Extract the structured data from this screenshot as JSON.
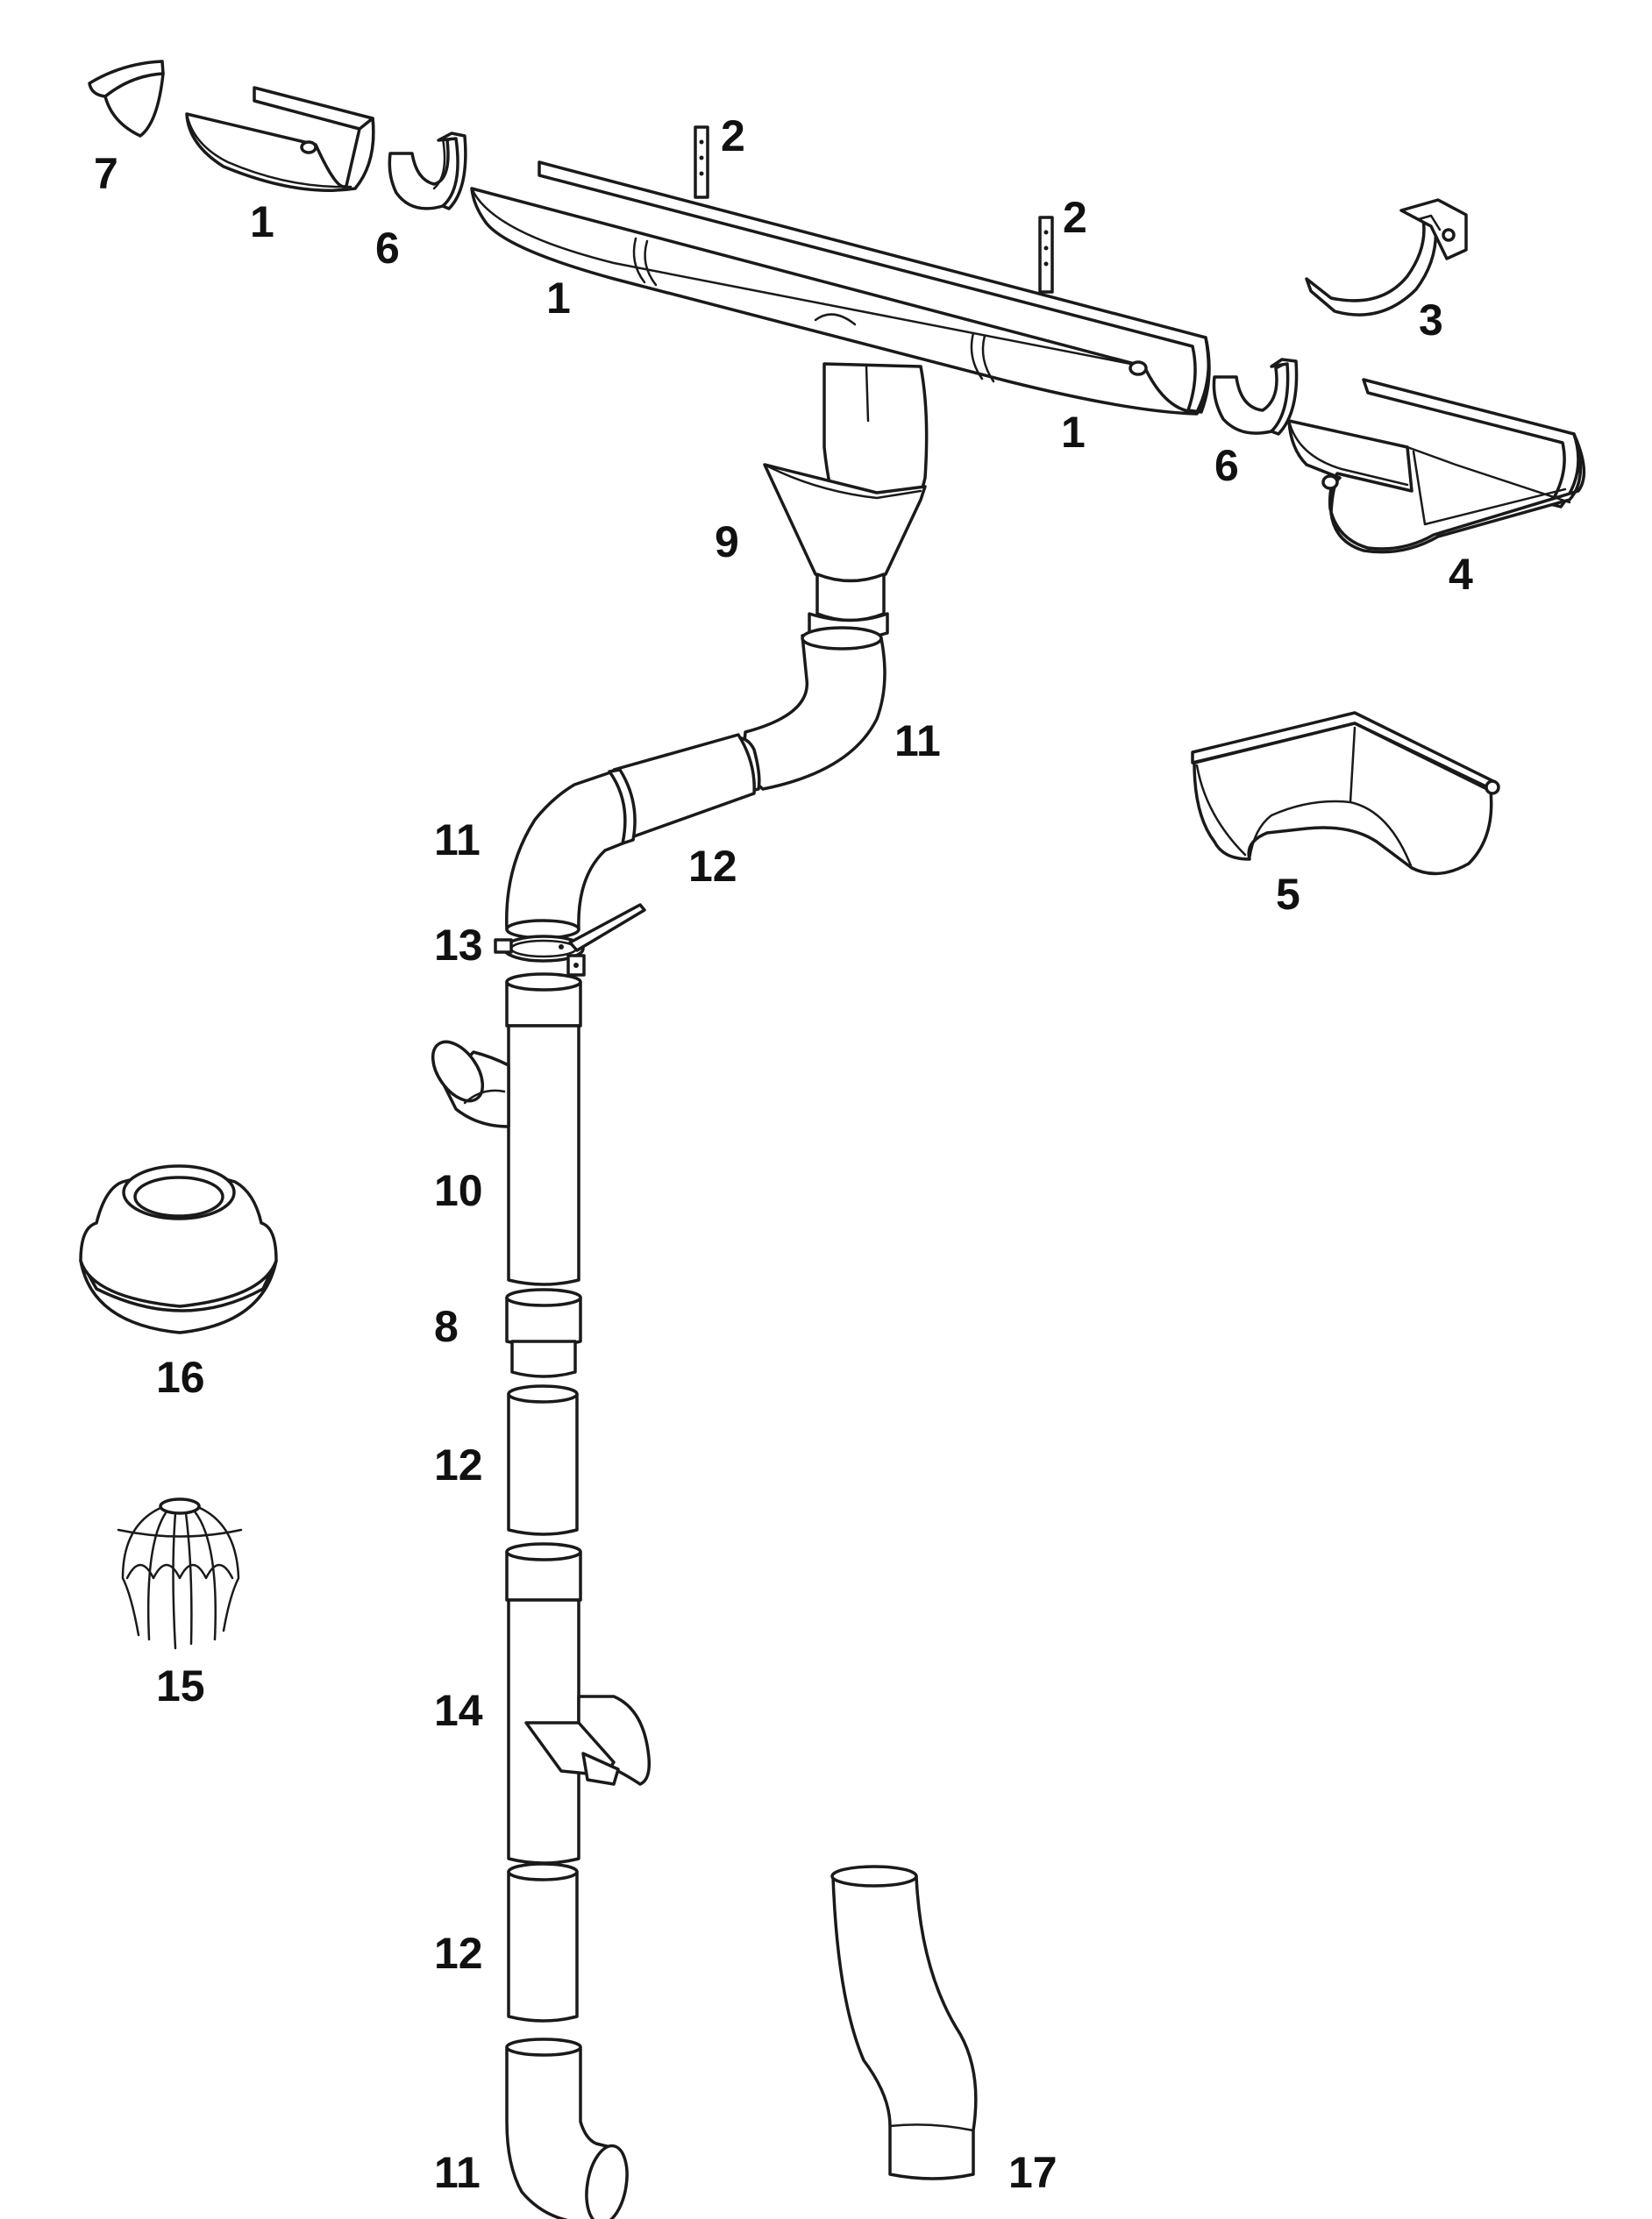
{
  "labels": {
    "l1a": "1",
    "l1b": "1",
    "l1c": "1",
    "l2a": "2",
    "l2b": "2",
    "l3": "3",
    "l4": "4",
    "l5": "5",
    "l6a": "6",
    "l6b": "6",
    "l7": "7",
    "l8": "8",
    "l9": "9",
    "l10": "10",
    "l11a": "11",
    "l11b": "11",
    "l11c": "11",
    "l12a": "12",
    "l12b": "12",
    "l12c": "12",
    "l13": "13",
    "l14": "14",
    "l15": "15",
    "l16": "16",
    "l17": "17"
  },
  "colors": {
    "line": "#1a1a1a",
    "fill": "#ffffff",
    "text": "#111111"
  }
}
